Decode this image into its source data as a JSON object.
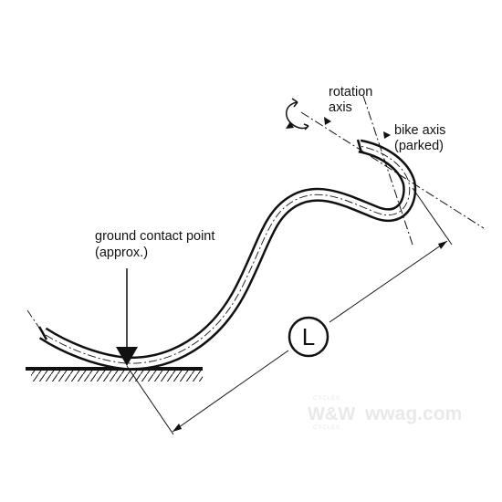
{
  "labels": {
    "rotation_axis_line1": "rotation",
    "rotation_axis_line2": "axis",
    "bike_axis_line1": "bike axis",
    "bike_axis_line2": "(parked)",
    "ground_contact_line1": "ground contact point",
    "ground_contact_line2": "(approx.)",
    "length_symbol": "L"
  },
  "watermark": {
    "logo": "W&W",
    "url": "wwag.com",
    "tagline_top": "CYCLES",
    "tagline_bottom": "CYCLES"
  },
  "colors": {
    "ink": "#111111",
    "watermark": "#e9e9e9",
    "background": "#ffffff"
  }
}
